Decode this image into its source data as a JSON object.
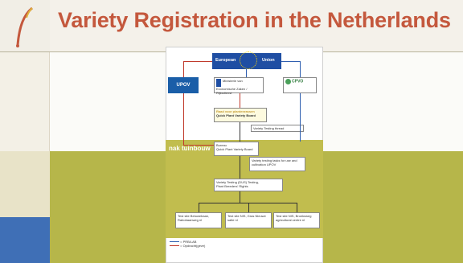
{
  "slide": {
    "title": "Variety Registration in the Netherlands"
  },
  "diagram": {
    "eu_left": "European",
    "eu_right": "Union",
    "upov": "UPOV",
    "rvo_text": "Ministerie van Economische Zaken / Rijksdienst",
    "cpvo": "CPVO",
    "qp_line1": "Raad voor plantenrassen",
    "qp_line2": "Quick Plant Variety Board",
    "variety_testing": "Variety Testing thread",
    "naktuinbouw": "nak tuinbouw",
    "board_line1": "Bureau",
    "board_line2": "Quick Plant Variety Board",
    "variety_testing_tasks": "Variety testing tasks for use and cultivation UPOV",
    "vt_duty_line1": "Variety Testing (DUS) Testing,",
    "vt_duty_line2": "Plant Breeders' Rights",
    "bottom_boxes": [
      "Test site Betuwebaan, Rabobaanweg nl",
      "Test site NIS, Gras Nieuwe salte nl",
      "Test site NIS, Broeksweg agricultural centre nl"
    ],
    "legend": [
      "= PRB/LAB",
      "= Opdracht(geve)"
    ]
  },
  "colors": {
    "title": "#c4583d",
    "olive": "#b6b64a",
    "eu_blue": "#1f4ea3",
    "accent_blue": "#3f6fb6"
  }
}
